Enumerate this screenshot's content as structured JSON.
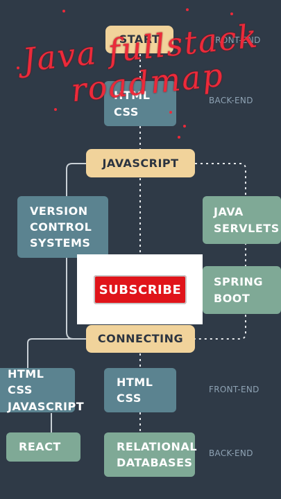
{
  "title": {
    "line1": "Java fullstack",
    "line2": "roadmap"
  },
  "labels": {
    "top_right": "FRONT-END",
    "upper_right": "BACK-END",
    "lower_front": "FRONT-END",
    "lower_back": "BACK-END"
  },
  "nodes": {
    "start": "START",
    "html_css_top_1": "HTML",
    "html_css_top_2": "CSS",
    "javascript": "JAVASCRIPT",
    "vcs_1": "VERSION",
    "vcs_2": "CONTROL",
    "vcs_3": "SYSTEMS",
    "servlets_1": "JAVA",
    "servlets_2": "SERVLETS",
    "spring_1": "SPRING",
    "spring_2": "BOOT",
    "connecting": "CONNECTING",
    "htmljs_1": "HTML CSS",
    "htmljs_2": "JAVASCRIPT",
    "html_css_low_1": "HTML",
    "html_css_low_2": "CSS",
    "react": "REACT",
    "db_1": "RELATIONAL",
    "db_2": "DATABASES"
  },
  "subscribe": {
    "label": "SUBSCRIBE"
  },
  "colors": {
    "background": "#2f3a47",
    "teal_node": "#5b8390",
    "green_node": "#7fa996",
    "tan_node": "#f1d39b",
    "title_red": "#ec2a3a",
    "subscribe_red": "#e0141a"
  }
}
